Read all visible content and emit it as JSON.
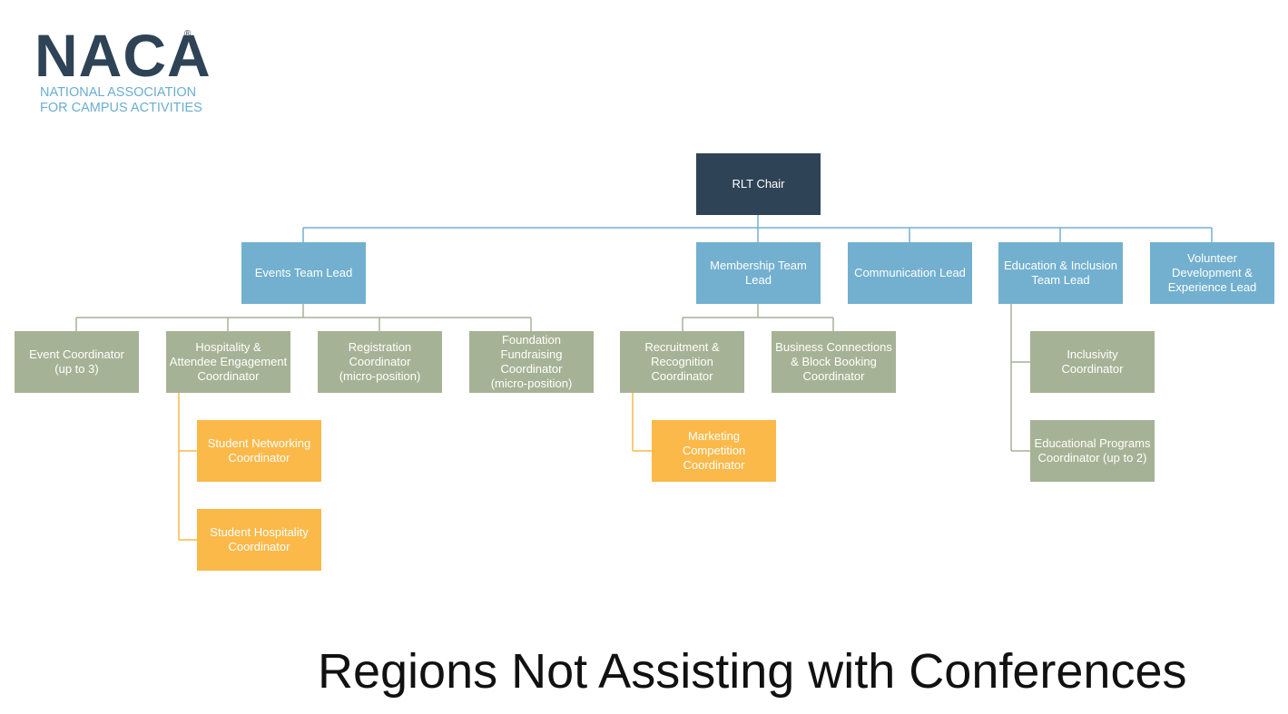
{
  "logo": {
    "mark": "NACA",
    "registered": "®",
    "line1": "NATIONAL ASSOCIATION",
    "line2": "FOR CAMPUS ACTIVITIES"
  },
  "org_chart": {
    "chair": "RLT Chair",
    "leads": {
      "events": "Events Team Lead",
      "membership": "Membership Team\nLead",
      "communication": "Communication Lead",
      "education": "Education & Inclusion\nTeam Lead",
      "volunteer": "Volunteer\nDevelopment &\nExperience Lead"
    },
    "events_coordinators": {
      "event": "Event Coordinator\n(up to 3)",
      "hospitality": "Hospitality &\nAttendee Engagement\nCoordinator",
      "registration": "Registration\nCoordinator\n(micro-position)",
      "foundation": "Foundation\nFundraising\nCoordinator\n(micro-position)"
    },
    "hospitality_students": {
      "networking": "Student Networking\nCoordinator",
      "hospitality": "Student Hospitality\nCoordinator"
    },
    "membership_coordinators": {
      "recruitment": "Recruitment &\nRecognition\nCoordinator",
      "business": "Business Connections\n& Block Booking\nCoordinator"
    },
    "recruitment_students": {
      "marketing": "Marketing\nCompetition\nCoordinator"
    },
    "education_coordinators": {
      "inclusivity": "Inclusivity\nCoordinator",
      "educational": "Educational Programs\nCoordinator (up to 2)"
    }
  },
  "colors": {
    "chair": "#2e4356",
    "lead": "#73b0cf",
    "coordinator": "#a6b295",
    "student": "#fbb94a"
  },
  "page_title": "Regions Not Assisting with Conferences"
}
